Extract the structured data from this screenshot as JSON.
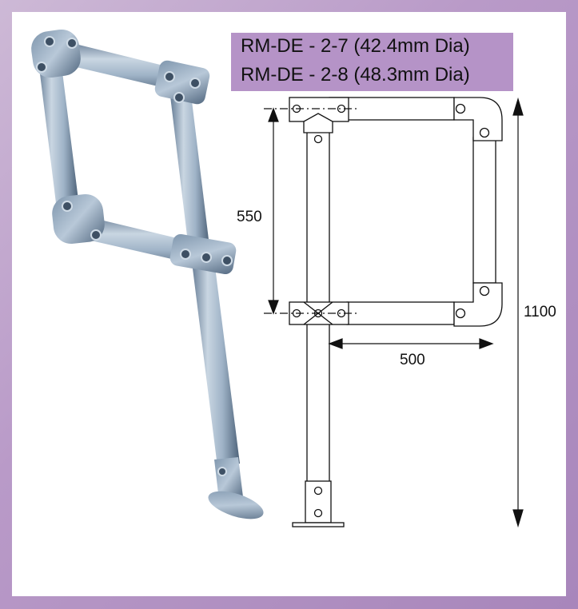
{
  "title": {
    "line1": "RM-DE - 2-7 (42.4mm Dia)",
    "line2": "RM-DE - 2-8 (48.3mm Dia)"
  },
  "dimensions": {
    "height_upper": "550",
    "width": "500",
    "height_total": "1100"
  },
  "colors": {
    "frame": "#b99ac8",
    "title_bg": "#b593c7",
    "pipe": "#8fa6bd",
    "line": "#111111"
  }
}
